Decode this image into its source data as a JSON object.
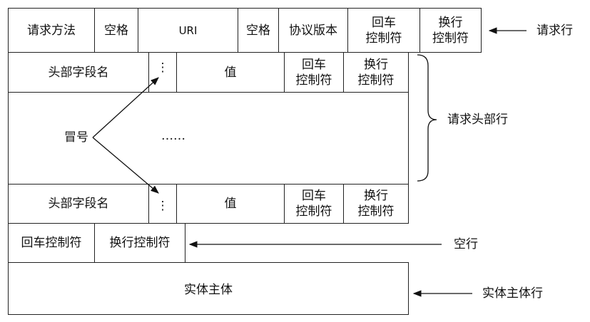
{
  "request_line": {
    "method": "请求方法",
    "space1": "空格",
    "uri": "URI",
    "space2": "空格",
    "version": "协议版本",
    "cr": [
      "回车",
      "控制符"
    ],
    "lf": [
      "换行",
      "控制符"
    ],
    "label": "请求行"
  },
  "header_rows": [
    {
      "name": "头部字段名",
      "colon": "⋮",
      "value": "值",
      "cr": [
        "回车",
        "控制符"
      ],
      "lf": [
        "换行",
        "控制符"
      ]
    },
    {
      "name": "头部字段名",
      "colon": "⋮",
      "value": "值",
      "cr": [
        "回车",
        "控制符"
      ],
      "lf": [
        "换行",
        "控制符"
      ]
    }
  ],
  "header_middle": {
    "colon_label": "冒号",
    "ellipsis": "……"
  },
  "header_label": "请求头部行",
  "blank_line": {
    "cr": "回车控制符",
    "lf": "换行控制符",
    "label": "空行"
  },
  "body": {
    "text": "实体主体",
    "label": "实体主体行"
  }
}
